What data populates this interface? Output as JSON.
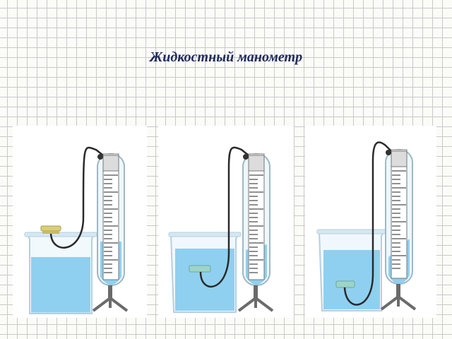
{
  "title": "Жидкостный манометр",
  "colors": {
    "water": "#8fd0f0",
    "water_dark": "#5fb3e0",
    "glass": "#e8f4fb",
    "tube": "#2a2a2a",
    "plate": "#9ed3c8",
    "lid": "#d9cf7a",
    "stand": "#6b6b6b",
    "title": "#1f2a5c"
  },
  "panels": [
    {
      "id": "panel-1",
      "probe": "lid-on-surface"
    },
    {
      "id": "panel-2",
      "probe": "shallow"
    },
    {
      "id": "panel-3",
      "probe": "deep"
    }
  ]
}
